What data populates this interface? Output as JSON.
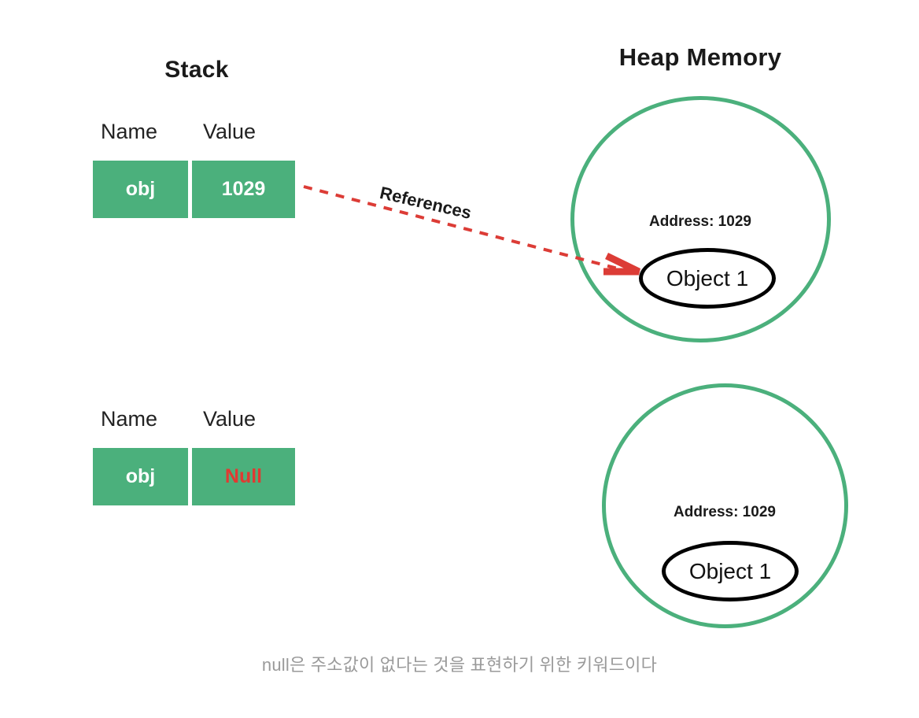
{
  "diagram": {
    "stack": {
      "title": "Stack",
      "columns": {
        "name": "Name",
        "value": "Value"
      },
      "rows": [
        {
          "name": "obj",
          "value": "1029",
          "value_state": "address"
        },
        {
          "name": "obj",
          "value": "Null",
          "value_state": "null"
        }
      ]
    },
    "heap": {
      "title": "Heap Memory",
      "regions": [
        {
          "address_label": "Address: 1029",
          "object_label": "Object 1",
          "referenced": true
        },
        {
          "address_label": "Address: 1029",
          "object_label": "Object 1",
          "referenced": false
        }
      ]
    },
    "arrow": {
      "label": "References",
      "style": "dotted",
      "color": "#DC3C36"
    },
    "caption": "null은 주소값이 없다는 것을 표현하기 위한 키워드이다",
    "colors": {
      "green": "#4BB07C",
      "red": "#DC3C36",
      "null_red": "#E03A32",
      "text": "#1a1a1a",
      "caption": "#9a9a9a",
      "background": "#ffffff"
    }
  }
}
